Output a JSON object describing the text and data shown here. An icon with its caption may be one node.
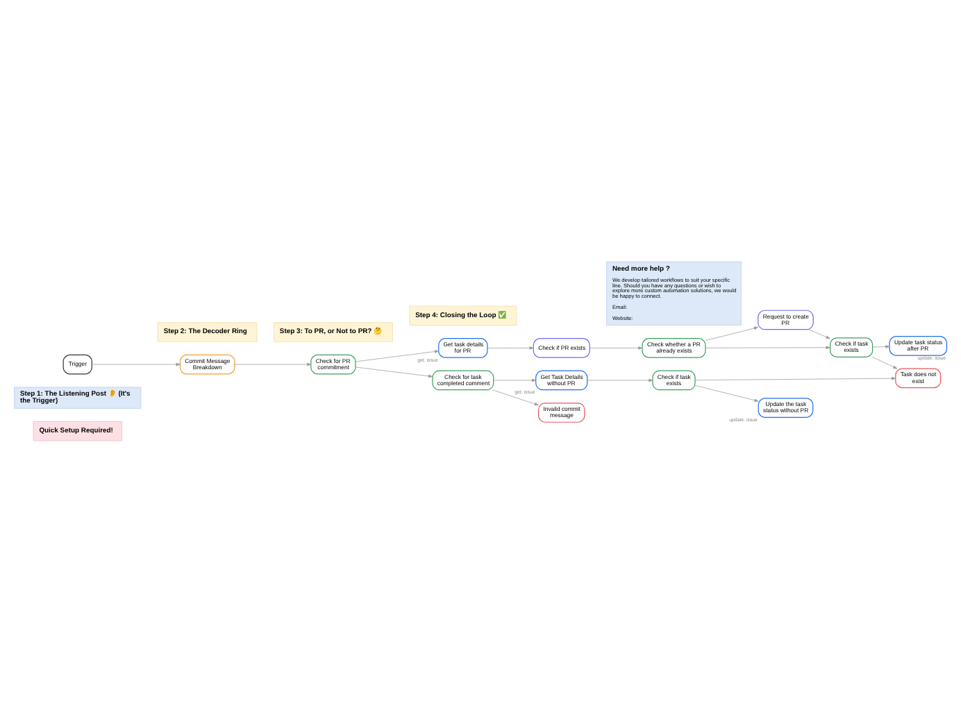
{
  "diagram": {
    "nodes": [
      {
        "text": [
          "Quick Setup Required!"
        ]
      },
      {
        "text": [
          "Step 1: The Listening Post 👂 (It's the Trigger)"
        ]
      },
      {
        "text": [
          "Trigger"
        ]
      },
      {
        "text": [
          "Commit Message Breakdown"
        ]
      },
      {
        "text": [
          "Step 2: The Decoder Ring"
        ]
      },
      {
        "text": [
          "Step 3: To PR, or Not to PR? 🤔"
        ]
      },
      {
        "text": [
          "Check for PR commitment"
        ]
      },
      {
        "text": [
          "Get task details for PR"
        ],
        "beside": [
          "get: issue"
        ]
      },
      {
        "text": [
          "Check if PR exists"
        ]
      },
      {
        "text": [
          "Check whether a PR already exists"
        ]
      },
      {
        "text": [
          "Request to create PR"
        ]
      },
      {
        "text": [
          "Check if task exists"
        ]
      },
      {
        "text": [
          "Update task status after PR"
        ],
        "beside": [
          "update: issue"
        ]
      },
      {
        "text": [
          "Task does not exist"
        ]
      },
      {
        "text": [
          "Check for task completed comment"
        ]
      },
      {
        "text": [
          "Step 4: Closing the Loop ✅"
        ]
      },
      {
        "text": [
          "Get Task Details without PR"
        ],
        "beside": [
          "get: issue"
        ]
      },
      {
        "text": [
          "Check if task exists"
        ]
      },
      {
        "text": [
          "Update the task status without PR"
        ],
        "beside": [
          "update: issue"
        ]
      },
      {
        "text": [
          "Invalid commit message"
        ]
      },
      {
        "text": [
          "Need more help ?",
          "We develop tailored workflows to suit your specific line. Should you have any questions or wish to explore more custom automation solutions, we would be happy to connect.",
          "Email:",
          "Website:"
        ]
      }
    ],
    "edges": [
      {
        "from": 2,
        "to": 3,
        "arrow": "to"
      },
      {
        "from": 3,
        "to": 6,
        "arrow": "to"
      },
      {
        "from": 6,
        "to": 7,
        "arrow": "to"
      },
      {
        "from": 6,
        "to": 14,
        "arrow": "to"
      },
      {
        "from": 7,
        "to": 8,
        "arrow": "to"
      },
      {
        "from": 8,
        "to": 9,
        "arrow": "to"
      },
      {
        "from": 9,
        "to": 11,
        "arrow": "to"
      },
      {
        "from": 9,
        "to": 10,
        "arrow": "to"
      },
      {
        "from": 10,
        "to": 11,
        "arrow": "to"
      },
      {
        "from": 11,
        "to": 12,
        "arrow": "to"
      },
      {
        "from": 11,
        "to": 13,
        "arrow": "to"
      },
      {
        "from": 14,
        "to": 16,
        "arrow": "to"
      },
      {
        "from": 14,
        "to": 19,
        "arrow": "to"
      },
      {
        "from": 16,
        "to": 17,
        "arrow": "to"
      },
      {
        "from": 17,
        "to": 13,
        "arrow": "to"
      },
      {
        "from": 17,
        "to": 18,
        "arrow": "to"
      }
    ]
  }
}
